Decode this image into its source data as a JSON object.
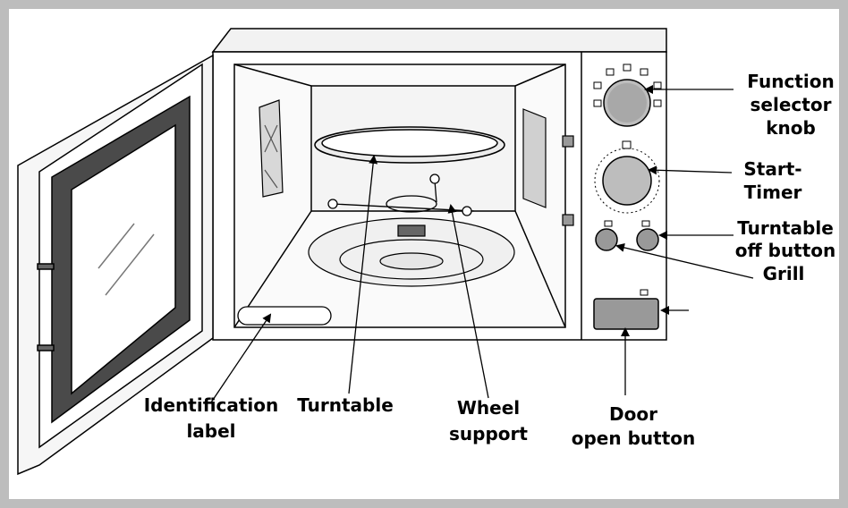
{
  "labels": {
    "function_selector": [
      "Function",
      "selector",
      "knob"
    ],
    "start_timer": [
      "Start-",
      "Timer"
    ],
    "turntable_off": [
      "Turntable",
      "off button"
    ],
    "grill": "Grill",
    "identification": [
      "Identification",
      "label"
    ],
    "turntable": "Turntable",
    "wheel_support": [
      "Wheel",
      "support"
    ],
    "door_open": [
      "Door",
      "open button"
    ]
  },
  "colors": {
    "background": "#bdbdbd",
    "panel": "#ffffff",
    "line": "#000000",
    "window_dark": "#555555"
  }
}
